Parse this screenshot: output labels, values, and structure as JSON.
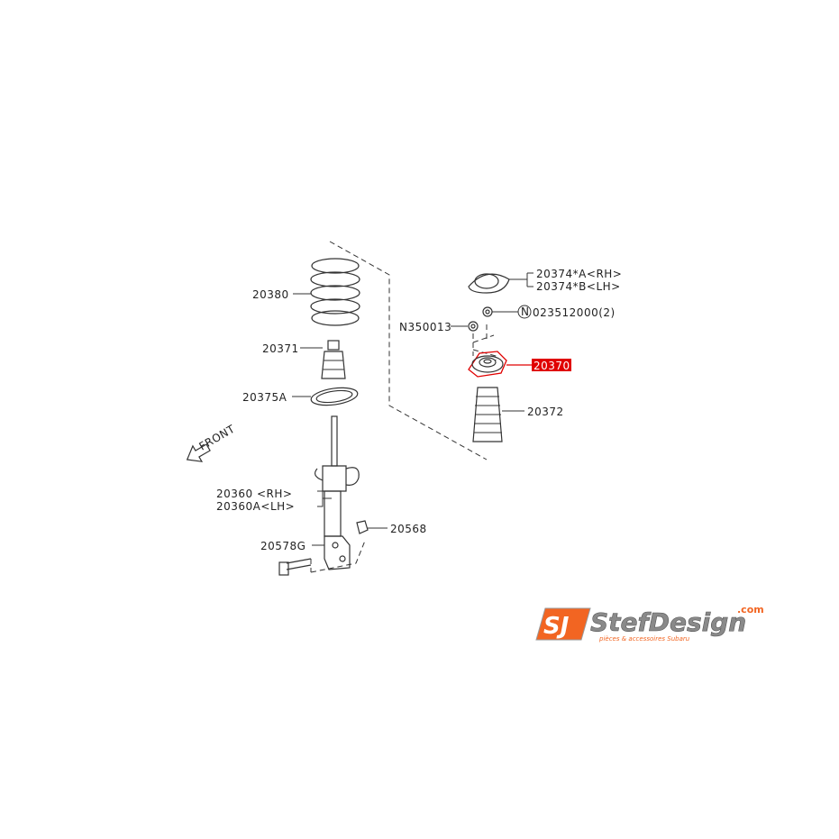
{
  "parts": [
    {
      "number": "20380"
    },
    {
      "number": "20371"
    },
    {
      "number": "20375A"
    },
    {
      "number": "20360 <RH>"
    },
    {
      "number": "20360A<LH>"
    },
    {
      "number": "20578G"
    },
    {
      "number": "20568"
    },
    {
      "number": "20374*A<RH>"
    },
    {
      "number": "20374*B<LH>"
    },
    {
      "number": "N350013"
    },
    {
      "number": "023512000(2)"
    },
    {
      "number": "20370",
      "highlighted": true
    },
    {
      "number": "20372"
    }
  ],
  "front_label": "FRONT",
  "circle_marker": "N",
  "highlight_color": "#e00000",
  "logo": {
    "brand": "StefDesign",
    "domain": ".com",
    "tagline": "pièces & accessoires Subaru",
    "accent": "#f26522"
  }
}
